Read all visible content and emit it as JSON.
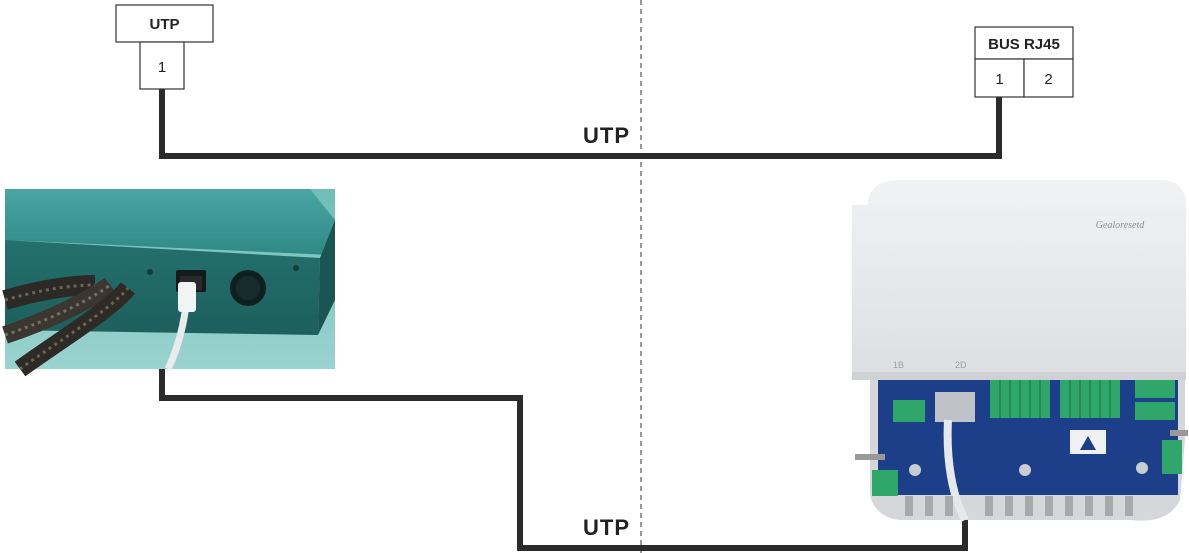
{
  "diagram": {
    "left_box": {
      "header": "UTP",
      "terminals": [
        "1"
      ]
    },
    "right_box": {
      "header": "BUS RJ45",
      "terminals": [
        "1",
        "2"
      ]
    },
    "cable_top_label": "UTP",
    "cable_bottom_label": "UTP",
    "controller_brand": "Gealoresetd",
    "controller_labels": [
      "1B",
      "2D"
    ]
  },
  "colors": {
    "cable": "#2b2b2b",
    "box_border": "#333333",
    "divider": "#555555",
    "switch_body": "#2f8a86",
    "controller_cover": "#e9eaec",
    "controller_board": "#1d3f8a",
    "terminal_green": "#2fa66a"
  },
  "icons": {
    "left_photo": "network-switch-photo",
    "right_photo": "controller-photo"
  }
}
